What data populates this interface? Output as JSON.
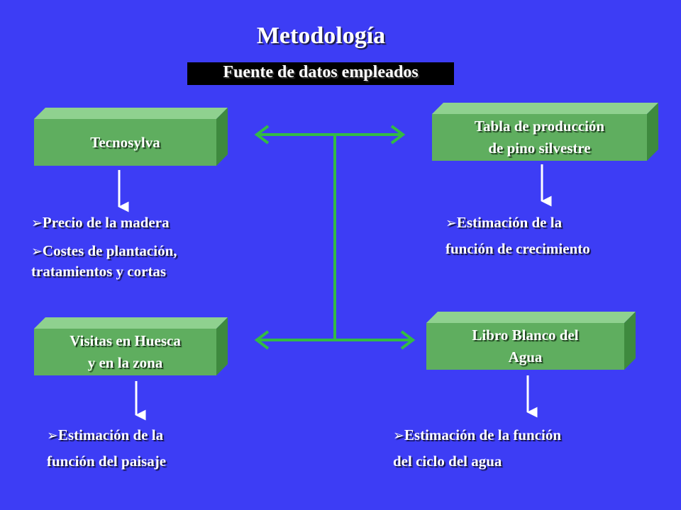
{
  "title": "Metodología",
  "subtitle": "Fuente de datos empleados",
  "boxes": {
    "tecnosylva": "Tecnosylva",
    "tabla_line1": "Tabla de producción",
    "tabla_line2": "de pino silvestre",
    "visitas_line1": "Visitas en Huesca",
    "visitas_line2": "y en la zona",
    "libro_line1": "Libro Blanco del",
    "libro_line2": "Agua"
  },
  "bullets": {
    "precio": "Precio de la madera",
    "costes_line1": "Costes de plantación,",
    "costes_line2": "tratamientos y cortas",
    "crec_line1": "Estimación de la",
    "crec_line2": "función de crecimiento",
    "paisaje_line1": "Estimación de la",
    "paisaje_line2": "función del paisaje",
    "agua_line1": "Estimación de la función",
    "agua_line2": "del ciclo del agua"
  },
  "colors": {
    "background": "#3d3df5",
    "box_front": "#5fae5f",
    "connector": "#33bb44"
  }
}
